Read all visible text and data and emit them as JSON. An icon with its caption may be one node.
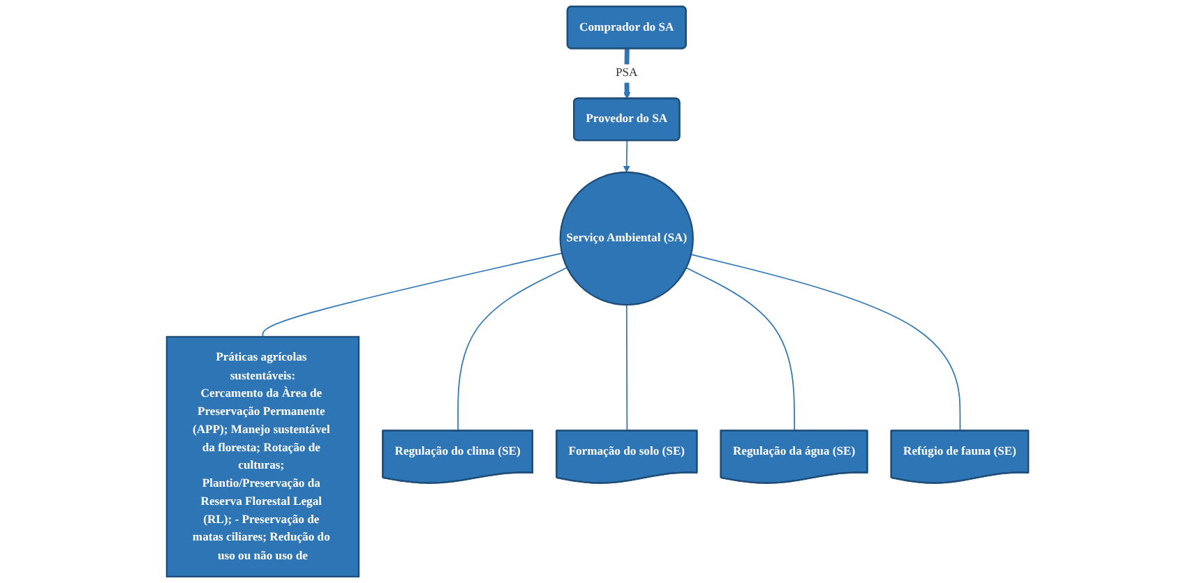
{
  "diagram": {
    "nodes": [
      {
        "text": [
          "Comprador do SA"
        ]
      },
      {
        "text": [
          "Provedor do SA"
        ]
      },
      {
        "text": [
          "Práticas agrícolas sustentáveis:",
          "Cercamento da Àrea de Preservação Permanente (APP); Manejo sustentável da floresta; Rotação de culturas; Plantio/Preservação da Reserva Florestal Legal (RL); - Preservação de matas ciliares; Redução do uso ou não uso de"
        ]
      },
      {
        "text": [
          "Regulação do clima (SE)"
        ]
      },
      {
        "text": [
          "Serviço Ambiental (SA)"
        ]
      },
      {
        "text": [
          "Formação do solo (SE)"
        ]
      },
      {
        "text": [
          "Regulação da água (SE)"
        ]
      },
      {
        "text": [
          "Refúgio de fauna (SE)"
        ]
      }
    ],
    "edges": [
      {
        "from": 0,
        "to": 1,
        "arrow": "to",
        "label": "PSA",
        "style": "thick"
      },
      {
        "from": 1,
        "to": 4,
        "arrow": "to"
      },
      {
        "from": 4,
        "to": 2,
        "arrow": "none"
      },
      {
        "from": 4,
        "to": 3,
        "arrow": "none"
      },
      {
        "from": 4,
        "to": 5,
        "arrow": "none"
      },
      {
        "from": 4,
        "to": 6,
        "arrow": "none"
      },
      {
        "from": 4,
        "to": 7,
        "arrow": "none"
      }
    ]
  }
}
